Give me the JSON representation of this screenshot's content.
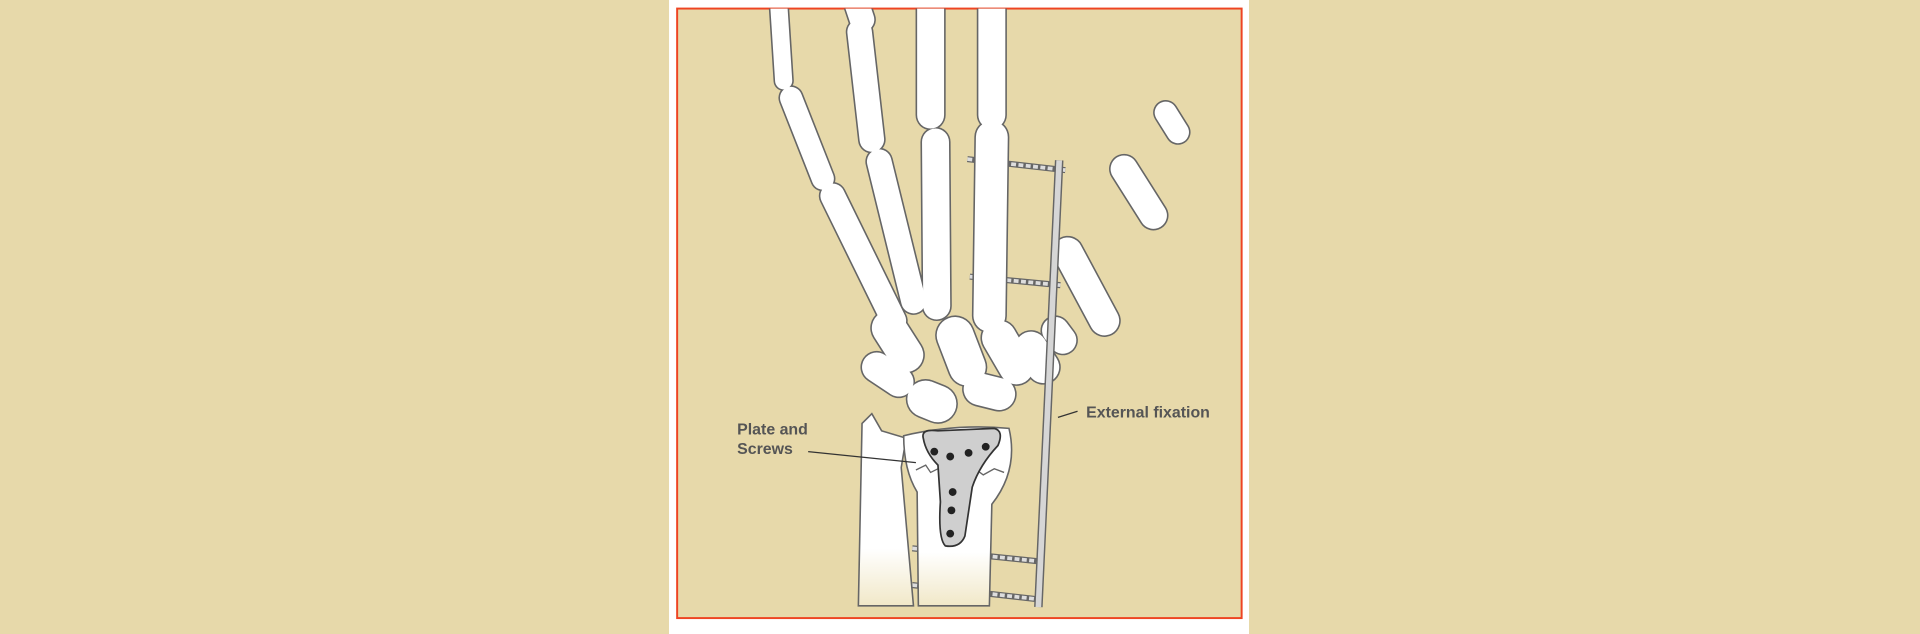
{
  "labels": {
    "plate_line1": "Plate and",
    "plate_line2": "Screws",
    "external_fixation": "External fixation"
  },
  "colors": {
    "background": "#e7d9aa",
    "frame": "#ee4422",
    "bone": "#ffffff",
    "outline": "#666666",
    "plate": "#cfcfcf",
    "rod": "#d4d4d4"
  }
}
